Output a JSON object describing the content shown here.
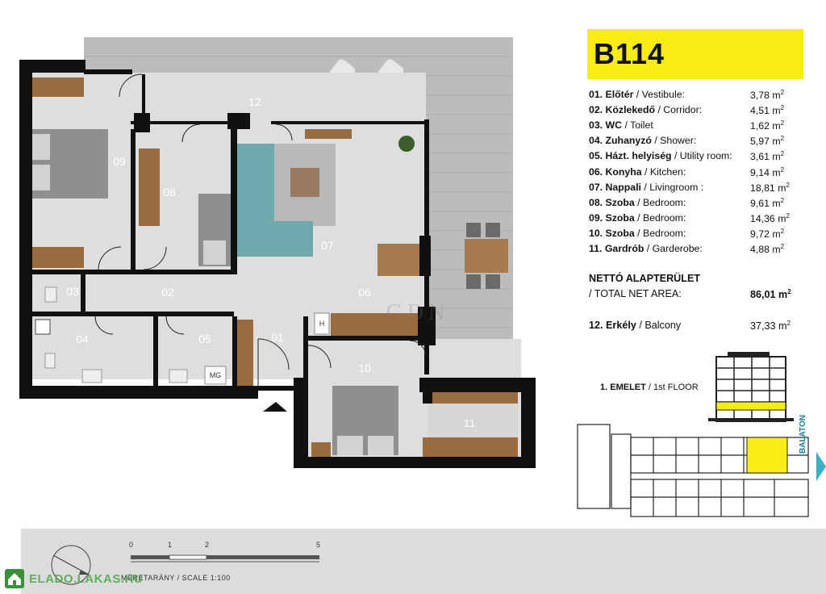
{
  "unit": {
    "code": "B114"
  },
  "rooms": [
    {
      "num": "01.",
      "name": "Előtér",
      "en": "Vestibule:",
      "area": "3,78 m",
      "unit_sup": "2"
    },
    {
      "num": "02.",
      "name": "Közlekedő",
      "en": "Corridor:",
      "area": "4,51 m",
      "unit_sup": "2"
    },
    {
      "num": "03.",
      "name": "WC",
      "en": "Toilet",
      "area": "1,62 m",
      "unit_sup": "2"
    },
    {
      "num": "04.",
      "name": "Zuhanyzó",
      "en": "Shower:",
      "area": "5,97 m",
      "unit_sup": "2"
    },
    {
      "num": "05.",
      "name": "Házt. helyiség",
      "en": "Utility room:",
      "area": "3,61 m",
      "unit_sup": "2"
    },
    {
      "num": "06.",
      "name": "Konyha",
      "en": "Kitchen:",
      "area": "9,14 m",
      "unit_sup": "2"
    },
    {
      "num": "07.",
      "name": "Nappali",
      "en": "Livingroom :",
      "area": "18,81 m",
      "unit_sup": "2"
    },
    {
      "num": "08.",
      "name": "Szoba",
      "en": "Bedroom:",
      "area": "9,61 m",
      "unit_sup": "2"
    },
    {
      "num": "09.",
      "name": "Szoba",
      "en": "Bedroom:",
      "area": "14,36 m",
      "unit_sup": "2"
    },
    {
      "num": "10.",
      "name": "Szoba",
      "en": "Bedroom:",
      "area": "9,72 m",
      "unit_sup": "2"
    },
    {
      "num": "11.",
      "name": "Gardrób",
      "en": "Garderobe:",
      "area": "4,88 m",
      "unit_sup": "2"
    }
  ],
  "net_area": {
    "label_hu": "NETTÓ ALAPTERÜLET",
    "label_en": "/ TOTAL NET AREA:",
    "value": "86,01 m",
    "unit_sup": "2"
  },
  "balcony": {
    "num": "12.",
    "name": "Erkély",
    "en": "/ Balcony",
    "area": "37,33 m",
    "unit_sup": "2"
  },
  "floor": {
    "hu": "1. EMELET",
    "en": "/ 1st FLOOR"
  },
  "plan_labels": {
    "r01": "01",
    "r02": "02",
    "r03": "03",
    "r04": "04",
    "r05": "05",
    "r06": "06",
    "r07": "07",
    "r08": "08",
    "r09": "09",
    "r10": "10",
    "r11": "11",
    "r12": "12",
    "appliance_h": "H",
    "appliance_mg": "MG"
  },
  "watermark_center": "GDN",
  "site_plan": {
    "direction_label": "BALATON"
  },
  "scale": {
    "ticks": [
      "0",
      "1",
      "2",
      "5"
    ],
    "label": "MÉRETARÁNY / SCALE",
    "ratio": "1:100"
  },
  "watermark": {
    "text": "ELADO.LAKAS.HU"
  },
  "colors": {
    "highlight": "#f7ec13",
    "sofa": "#6fa8ad",
    "wood": "#9a6b3f",
    "wall": "#111111",
    "floor": "#dcdcdc",
    "balcony": "#bdbdbd"
  }
}
